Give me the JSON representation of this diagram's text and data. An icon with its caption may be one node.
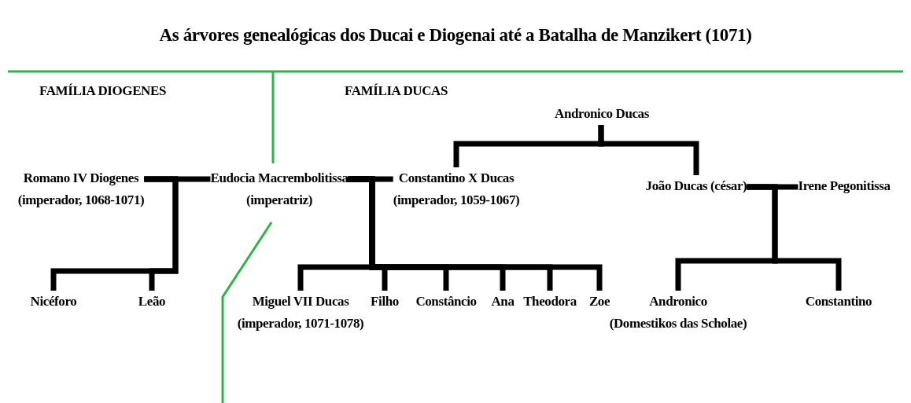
{
  "diagram": {
    "title": "As árvores genealógicas dos Ducai e Diogenai até a Batalha de Manzikert (1071)",
    "nodes": [
      {
        "text": [
          "Romano IV Diogenes",
          "(imperador, 1068-1071)"
        ]
      },
      {
        "text": [
          "Eudocia Macrembolitissa",
          "(imperatriz)"
        ]
      },
      {
        "text": [
          "Constantino X Ducas",
          "(imperador, 1059-1067)"
        ]
      },
      {
        "text": [
          "Andronico Ducas"
        ]
      },
      {
        "text": [
          "João Ducas (césar)"
        ]
      },
      {
        "text": [
          "Irene Pegonitissa"
        ]
      },
      {
        "text": [
          "Nicéforo"
        ]
      },
      {
        "text": [
          "Leão"
        ]
      },
      {
        "text": [
          "Miguel VII Ducas",
          "(imperador, 1071-1078)"
        ]
      },
      {
        "text": [
          "Filho"
        ]
      },
      {
        "text": [
          "Constâncio"
        ]
      },
      {
        "text": [
          "Ana"
        ]
      },
      {
        "text": [
          "Theodora"
        ]
      },
      {
        "text": [
          "Zoe"
        ]
      },
      {
        "text": [
          "Andronico",
          "(Domestikos das Scholae)"
        ]
      },
      {
        "text": [
          "Constantino"
        ]
      }
    ],
    "edges": [
      {
        "from": 0,
        "to": 1,
        "arrow": "none"
      },
      {
        "from": 1,
        "to": 2,
        "arrow": "none"
      },
      {
        "from": 4,
        "to": 5,
        "arrow": "none"
      },
      {
        "from": 3,
        "to": 2,
        "arrow": "none"
      },
      {
        "from": 3,
        "to": 4,
        "arrow": "none"
      },
      {
        "from": 0,
        "to": 6,
        "arrow": "none"
      },
      {
        "from": 0,
        "to": 7,
        "arrow": "none"
      },
      {
        "from": 1,
        "to": 8,
        "arrow": "none"
      },
      {
        "from": 1,
        "to": 9,
        "arrow": "none"
      },
      {
        "from": 1,
        "to": 10,
        "arrow": "none"
      },
      {
        "from": 1,
        "to": 11,
        "arrow": "none"
      },
      {
        "from": 1,
        "to": 12,
        "arrow": "none"
      },
      {
        "from": 1,
        "to": 13,
        "arrow": "none"
      },
      {
        "from": 4,
        "to": 14,
        "arrow": "none"
      },
      {
        "from": 4,
        "to": 15,
        "arrow": "none"
      }
    ],
    "labels": [
      "FAMÍLIA DIOGENES",
      "FAMÍLIA DUCAS"
    ]
  }
}
